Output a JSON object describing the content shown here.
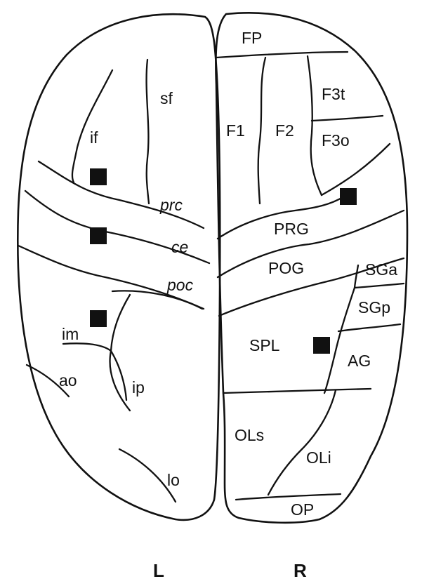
{
  "left_hemisphere": {
    "sulci": [
      "sf",
      "if",
      "prc",
      "ce",
      "poc",
      "im",
      "ao",
      "ip",
      "lo"
    ]
  },
  "right_hemisphere": {
    "regions": [
      "FP",
      "F1",
      "F2",
      "F3t",
      "F3o",
      "PRG",
      "POG",
      "SGa",
      "SGp",
      "SPL",
      "AG",
      "OLs",
      "OLi",
      "OP"
    ]
  },
  "side_labels": {
    "left": "L",
    "right": "R"
  },
  "marker_color": "#111111"
}
